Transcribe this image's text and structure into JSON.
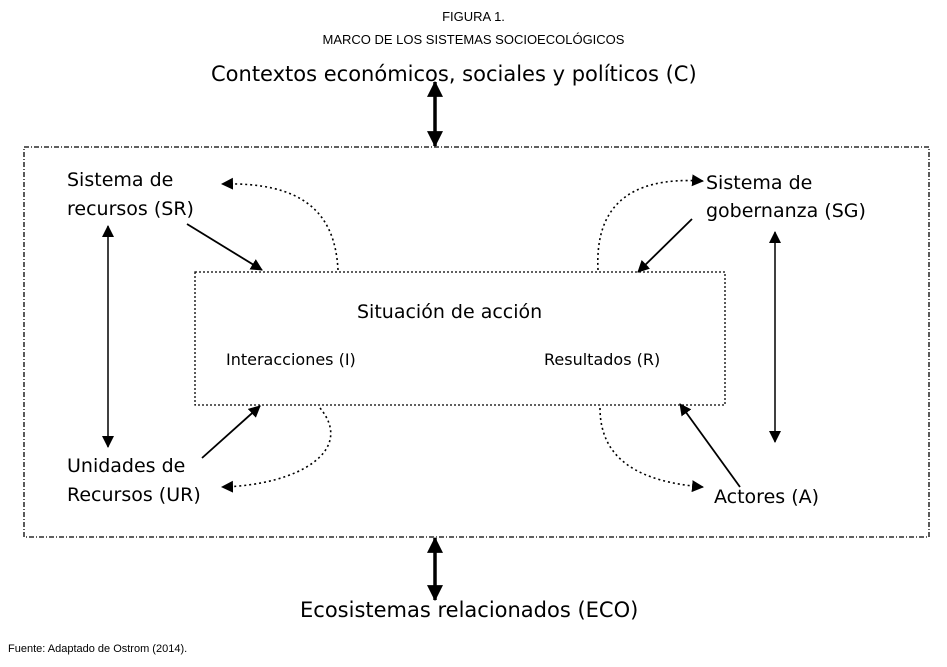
{
  "caption": {
    "figure_number": "FIGURA 1.",
    "title": "MARCO DE LOS SISTEMAS SOCIOECOLÓGICOS"
  },
  "outer_top_label": "Contextos económicos, sociales y políticos (C)",
  "outer_bottom_label": "Ecosistemas relacionados (ECO)",
  "nodes": {
    "sr": {
      "line1": "Sistema de",
      "line2": "recursos (SR)"
    },
    "sg": {
      "line1": "Sistema de",
      "line2": "gobernanza (SG)"
    },
    "ur": {
      "line1": "Unidades de",
      "line2": "Recursos (UR)"
    },
    "a": {
      "label": "Actores (A)"
    }
  },
  "action_situation": {
    "title": "Situación de acción",
    "interactions": "Interacciones (I)",
    "results": "Resultados (R)"
  },
  "source": "Fuente: Adaptado de Ostrom (2014)."
}
